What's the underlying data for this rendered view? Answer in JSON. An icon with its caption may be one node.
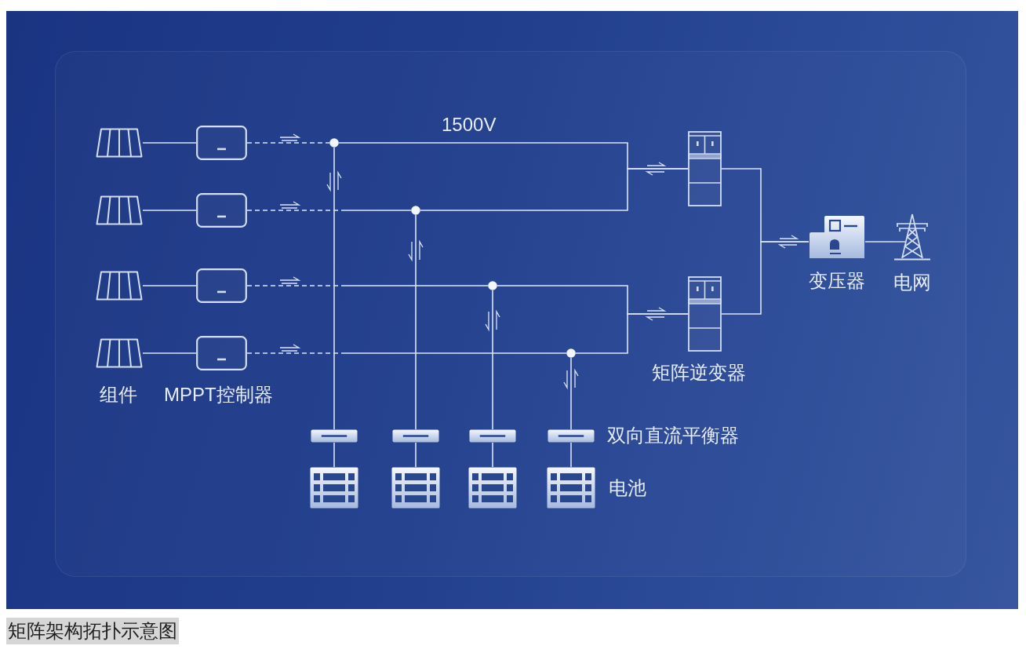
{
  "diagram": {
    "caption": "矩阵架构拓扑示意图",
    "nodes": [
      {
        "text": [],
        "shape": "picture"
      },
      {
        "text": [],
        "shape": "picture"
      },
      {
        "text": [],
        "shape": "picture"
      },
      {
        "text": [],
        "shape": "picture"
      },
      {
        "text": [],
        "shape": "box"
      },
      {
        "text": [],
        "shape": "box"
      },
      {
        "text": [],
        "shape": "box"
      },
      {
        "text": [],
        "shape": "box"
      },
      {
        "text": [],
        "shape": "circle"
      },
      {
        "text": [],
        "shape": "circle"
      },
      {
        "text": [],
        "shape": "circle"
      },
      {
        "text": [],
        "shape": "circle"
      },
      {
        "text": [],
        "shape": "picture"
      },
      {
        "text": [],
        "shape": "picture"
      },
      {
        "text": [
          "变压器"
        ]
      },
      {
        "text": [
          "电网"
        ]
      },
      {
        "text": [],
        "shape": "bar"
      },
      {
        "text": [],
        "shape": "bar"
      },
      {
        "text": [],
        "shape": "bar"
      },
      {
        "text": [],
        "shape": "bar"
      },
      {
        "text": [],
        "shape": "picture"
      },
      {
        "text": [],
        "shape": "picture"
      },
      {
        "text": [],
        "shape": "picture"
      },
      {
        "text": [],
        "shape": "picture"
      }
    ],
    "edges": [
      {
        "from": 0,
        "to": 4,
        "arrow": "none"
      },
      {
        "from": 1,
        "to": 5,
        "arrow": "none"
      },
      {
        "from": 2,
        "to": 6,
        "arrow": "none"
      },
      {
        "from": 3,
        "to": 7,
        "arrow": "none"
      },
      {
        "from": 4,
        "to": 8,
        "arrow": "none",
        "style": "dashed"
      },
      {
        "from": 5,
        "to": 9,
        "arrow": "none",
        "style": "dashed"
      },
      {
        "from": 6,
        "to": 10,
        "arrow": "none",
        "style": "dashed"
      },
      {
        "from": 7,
        "to": 11,
        "arrow": "none",
        "style": "dashed"
      },
      {
        "from": 8,
        "to": 12,
        "arrow": "none"
      },
      {
        "from": 9,
        "to": 12,
        "arrow": "none"
      },
      {
        "from": 10,
        "to": 13,
        "arrow": "none"
      },
      {
        "from": 11,
        "to": 13,
        "arrow": "none"
      },
      {
        "from": 8,
        "to": 16,
        "arrow": "none"
      },
      {
        "from": 9,
        "to": 17,
        "arrow": "none"
      },
      {
        "from": 10,
        "to": 18,
        "arrow": "none"
      },
      {
        "from": 11,
        "to": 19,
        "arrow": "none"
      },
      {
        "from": 16,
        "to": 20,
        "arrow": "none"
      },
      {
        "from": 17,
        "to": 21,
        "arrow": "none"
      },
      {
        "from": 18,
        "to": 22,
        "arrow": "none"
      },
      {
        "from": 19,
        "to": 23,
        "arrow": "none"
      },
      {
        "from": 12,
        "to": 14,
        "arrow": "none"
      },
      {
        "from": 13,
        "to": 14,
        "arrow": "none"
      },
      {
        "from": 14,
        "to": 15,
        "arrow": "none"
      }
    ],
    "labels": [
      "1500V",
      "矩阵逆变器",
      "组件",
      "MPPT控制器",
      "双向直流平衡器",
      "电池"
    ]
  }
}
